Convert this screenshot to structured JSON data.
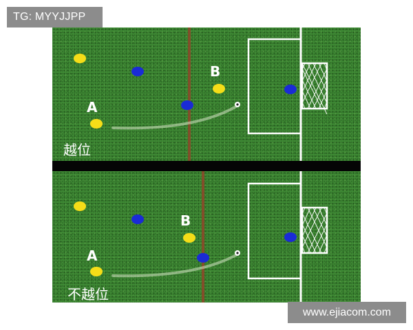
{
  "tag": "TG: MYYJJPP",
  "watermark": "www.ejiacom.com",
  "colors": {
    "pitch": "#3f8a35",
    "attacker": "#f5dd18",
    "defender": "#1a2bd6",
    "offside_line": "#8a4a2a",
    "pass_trail": "#d8e6c8",
    "lines": "#ffffff"
  },
  "panels": [
    {
      "caption": "越位",
      "label_a": "A",
      "label_b": "B",
      "offside": true
    },
    {
      "caption": "不越位",
      "label_a": "A",
      "label_b": "B",
      "offside": false
    }
  ]
}
